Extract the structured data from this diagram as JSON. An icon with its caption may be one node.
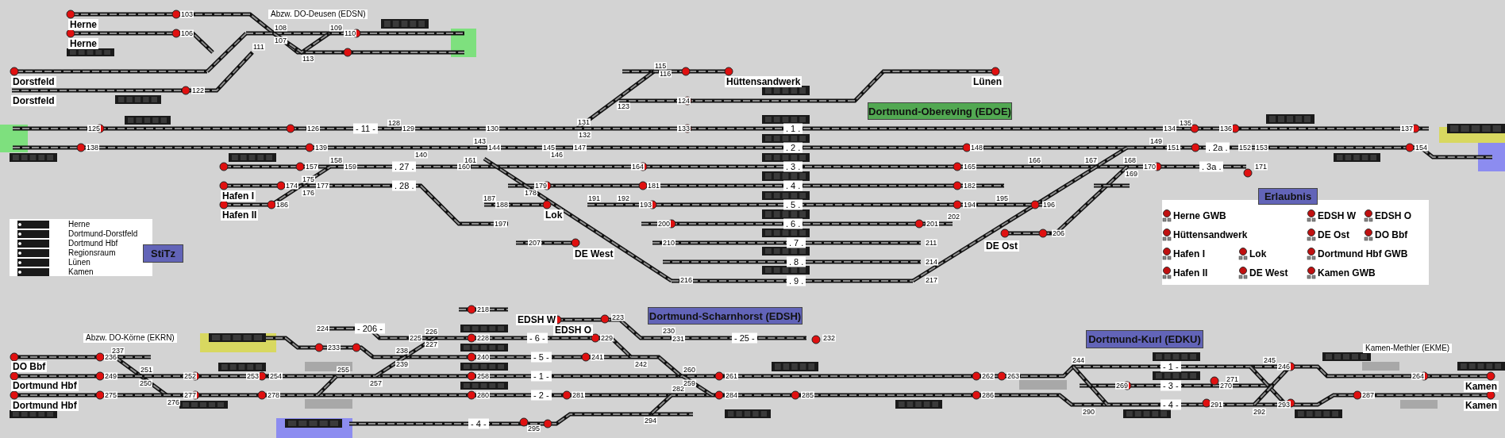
{
  "diagram": {
    "nodes": [
      {
        "text": [
          "Dortmund-Obereving (EDOE)"
        ]
      },
      {
        "text": [
          "Dortmund-Scharnhorst (EDSH)"
        ]
      },
      {
        "text": [
          "Dortmund-Kurl (EDKU)"
        ]
      },
      {
        "text": [
          "StiTz"
        ]
      },
      {
        "text": [
          "Erlaubnis"
        ]
      }
    ],
    "labels": [
      "Abzw. DO-Deusen (EDSN)",
      "103",
      "Herne",
      "108",
      "109",
      "106",
      "110",
      "107",
      "Herne",
      "111",
      "113",
      "115",
      "116",
      "Dorstfeld",
      "Hüttensandwerk",
      "Lünen",
      "122",
      "Dorstfeld",
      "124",
      "123",
      "128",
      "131",
      "135",
      "125",
      "126",
      "- 11 -",
      "129",
      "130",
      "133",
      ". 1 .",
      "134",
      "136",
      "137",
      "132",
      "143",
      "149",
      "138",
      "139",
      "144",
      "145",
      "147",
      ". 2 .",
      "148",
      "151",
      ". 2a .",
      "152",
      "153",
      "154",
      "140",
      "146",
      "158",
      "161",
      "166",
      "167",
      "168",
      "157",
      "159",
      ". 27 .",
      "160",
      "164",
      ". 3 .",
      "165",
      "170",
      ". 3a .",
      "171",
      "169",
      "175",
      "174",
      "177",
      ". 28 .",
      "179",
      "181",
      ". 4 .",
      "182",
      "176",
      "178",
      "Hafen I",
      "187",
      "191",
      "192",
      "195",
      "186",
      "188",
      "193",
      ". 5 .",
      "194",
      "196",
      "Hafen II",
      "Lok",
      "202",
      "197",
      "200",
      ". 6 .",
      "201",
      "206",
      "207",
      "210",
      ". 7 .",
      "211",
      "DE Ost",
      "DE West",
      ". 8 .",
      "214",
      "216",
      ". 9 .",
      "217",
      "Herne GWB",
      "EDSH W",
      "EDSH O",
      "Hüttensandwerk",
      "DE Ost",
      "DO Bbf",
      "Hafen I",
      "Lok",
      "Dortmund Hbf GWB",
      "Hafen II",
      "DE West",
      "Kamen GWB",
      "218",
      "EDSH W",
      "223",
      "224",
      "- 206 -",
      "EDSH O",
      "226",
      "230",
      "Abzw. DO-Körne (EKRN)",
      "225",
      "228",
      "- 6 -",
      "229",
      "231",
      "- 25 -",
      "232",
      "227",
      "233",
      "Kamen-Methler (EKME)",
      "237",
      "238",
      "236",
      "240",
      "- 5 -",
      "241",
      "244",
      "245",
      "239",
      "242",
      "DO Bbf",
      "- 1 -",
      "246",
      "251",
      "255",
      "260",
      "249",
      "252",
      "253",
      "254",
      "258",
      "- 1 -",
      "261",
      "262",
      "263",
      "264",
      "Dortmund Hbf",
      "250",
      "257",
      "282",
      "259",
      "269",
      "- 3 -",
      "270",
      "271",
      "Kamen",
      "275",
      "277",
      "278",
      "280",
      "- 2 -",
      "281",
      "284",
      "285",
      "286",
      "287",
      "276",
      "- 4 -",
      "291",
      "293",
      "Dortmund Hbf",
      "Kamen",
      "290",
      "292",
      "294",
      "295",
      "- 4 -"
    ],
    "legend": [
      {
        "text": "Herne"
      },
      {
        "text": "Dortmund-Dorstfeld"
      },
      {
        "text": "Dortmund Hbf"
      },
      {
        "text": "Regionsraum"
      },
      {
        "text": "Lünen"
      },
      {
        "text": "Kamen"
      }
    ]
  }
}
